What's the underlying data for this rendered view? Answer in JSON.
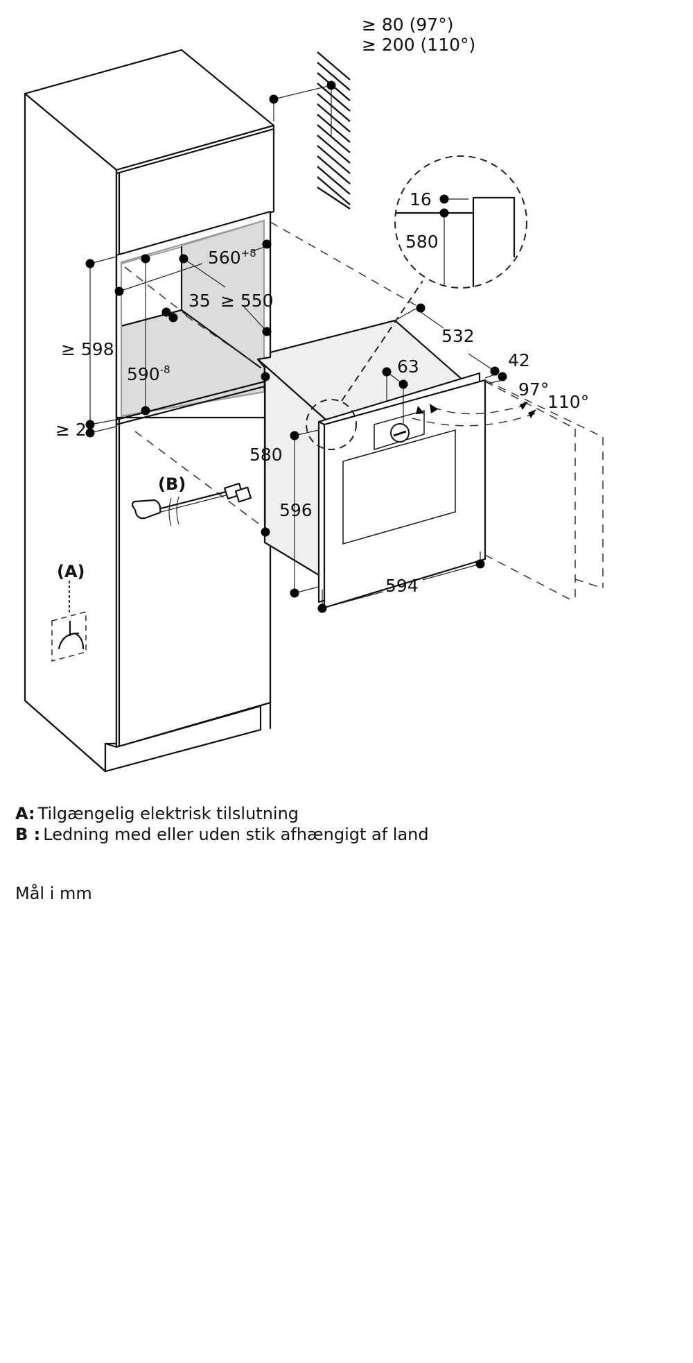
{
  "diagram": {
    "title": "Installation diagram: built-in oven in tall cabinet",
    "clearance": {
      "line1": "≥ 80 (97°)",
      "line2": "≥ 200 (110°)"
    },
    "detail_callout": {
      "dim_16": "16",
      "dim_580": "580"
    },
    "niche": {
      "width": "560",
      "width_tol": "+8",
      "depth": "≥ 550",
      "gap": "35",
      "height": "590",
      "height_tol": "-8",
      "cabinet_opening": "≥ 598",
      "base_gap": "≥ 2"
    },
    "appliance": {
      "depth": "532",
      "front_offset": "42",
      "housing_height": "580",
      "front_height": "596",
      "front_width": "594",
      "control_offset": "63",
      "door_angle_1": "97°",
      "door_angle_2": "110°"
    },
    "markers": {
      "a": "(A)",
      "b": "(B)"
    }
  },
  "legend": [
    {
      "key": "A:",
      "text": "Tilgængelig elektrisk tilslutning"
    },
    {
      "key": "B :",
      "text": "Ledning med eller uden stik afhængigt af land"
    }
  ],
  "units_note": "Mål i mm"
}
